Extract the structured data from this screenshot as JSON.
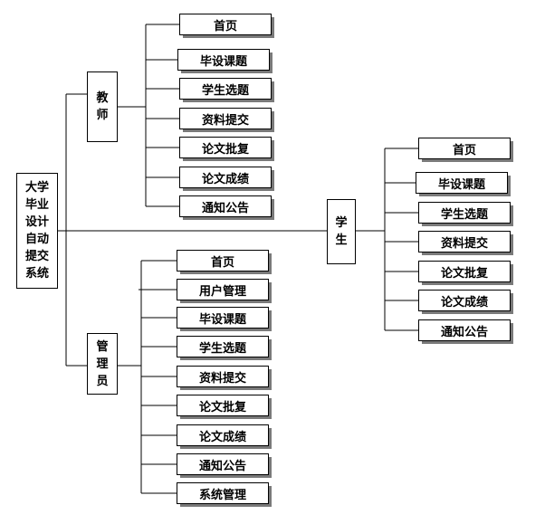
{
  "root": {
    "label": "大学毕业设计自动提交系统",
    "lines": [
      "大学",
      "毕业",
      "设计",
      "自动",
      "提交",
      "系统"
    ]
  },
  "teacher": {
    "label": "教师",
    "lines": [
      "教",
      "师"
    ],
    "items": [
      "首页",
      "毕设课题",
      "学生选题",
      "资料提交",
      "论文批复",
      "论文成绩",
      "通知公告"
    ]
  },
  "admin": {
    "label": "管理员",
    "lines": [
      "管",
      "理",
      "员"
    ],
    "items": [
      "首页",
      "用户管理",
      "毕设课题",
      "学生选题",
      "资料提交",
      "论文批复",
      "论文成绩",
      "通知公告",
      "系统管理"
    ]
  },
  "student": {
    "label": "学生",
    "lines": [
      "学",
      "生"
    ],
    "items": [
      "首页",
      "毕设课题",
      "学生选题",
      "资料提交",
      "论文批复",
      "论文成绩",
      "通知公告"
    ]
  }
}
